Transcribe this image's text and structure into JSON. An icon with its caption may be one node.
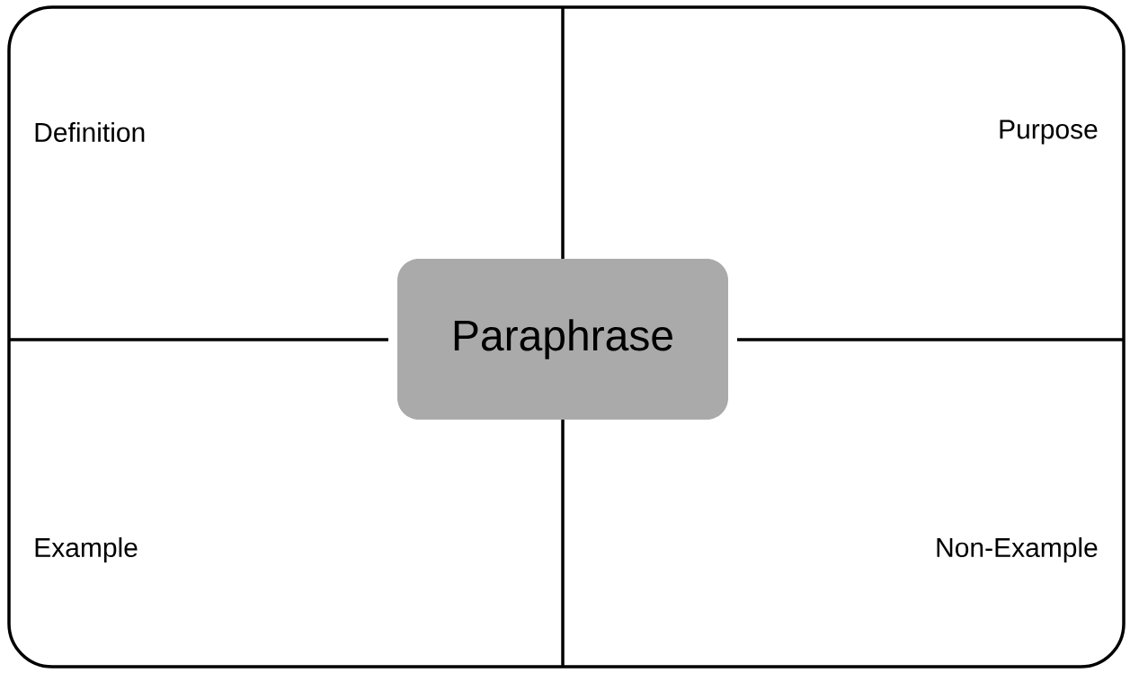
{
  "diagram": {
    "nodes": [
      {
        "text": [],
        "shape": "box"
      },
      {
        "text": [
          "Paraphrase"
        ],
        "in": 0
      }
    ],
    "labels": [
      "Definition",
      "Purpose",
      "Example",
      "Non-Example"
    ]
  }
}
